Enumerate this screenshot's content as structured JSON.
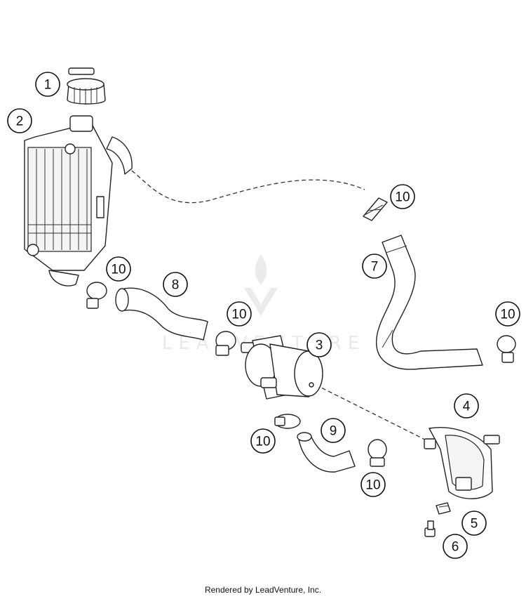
{
  "diagram": {
    "callouts": [
      {
        "id": "c1",
        "label": "1"
      },
      {
        "id": "c2",
        "label": "2"
      },
      {
        "id": "c10a",
        "label": "10"
      },
      {
        "id": "c10b",
        "label": "10"
      },
      {
        "id": "c7",
        "label": "7"
      },
      {
        "id": "c8",
        "label": "8"
      },
      {
        "id": "c10c",
        "label": "10"
      },
      {
        "id": "c10d",
        "label": "10"
      },
      {
        "id": "c3",
        "label": "3"
      },
      {
        "id": "c4",
        "label": "4"
      },
      {
        "id": "c9",
        "label": "9"
      },
      {
        "id": "c10e",
        "label": "10"
      },
      {
        "id": "c10f",
        "label": "10"
      },
      {
        "id": "c5",
        "label": "5"
      },
      {
        "id": "c6",
        "label": "6"
      }
    ]
  },
  "watermark": {
    "text": "LEADVENTURE"
  },
  "footer": {
    "text": "Rendered by LeadVenture, Inc."
  }
}
